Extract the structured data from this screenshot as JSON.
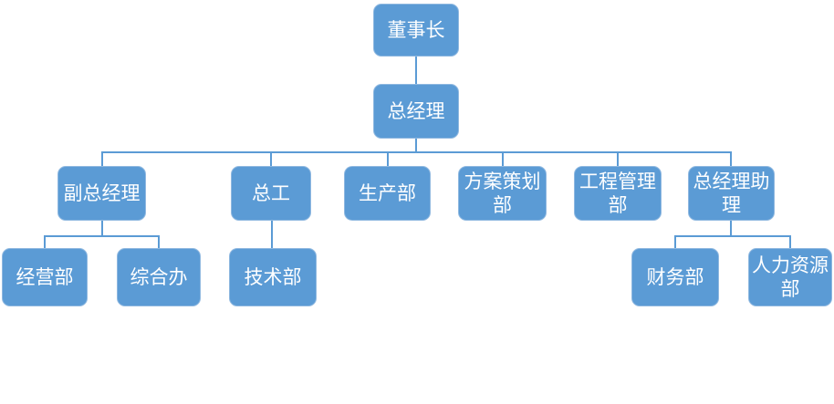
{
  "diagram": {
    "type": "org-chart",
    "background": "#FFFFFF",
    "colors": {
      "node_fill": "#5B9BD5",
      "node_border": "#8FB8E0",
      "node_text": "#FFFFFF",
      "connector": "#5B9BD5"
    },
    "nodes": {
      "chairman": "董事长",
      "general_manager": "总经理",
      "deputy_general_manager": "副总经理",
      "chief_engineer": "总工",
      "production_dept": "生产部",
      "planning_dept": "方案策划部",
      "engineering_management_dept": "工程管理部",
      "general_manager_assistant": "总经理助理",
      "operations_dept": "经营部",
      "general_affairs_office": "综合办",
      "technology_dept": "技术部",
      "finance_dept": "财务部",
      "human_resources_dept": "人力资源部"
    },
    "hierarchy": [
      {
        "parent": "董事长",
        "children": [
          "总经理"
        ]
      },
      {
        "parent": "总经理",
        "children": [
          "副总经理",
          "总工",
          "生产部",
          "方案策划部",
          "工程管理部",
          "总经理助理"
        ]
      },
      {
        "parent": "副总经理",
        "children": [
          "经营部",
          "综合办"
        ]
      },
      {
        "parent": "总工",
        "children": [
          "技术部"
        ]
      },
      {
        "parent": "总经理助理",
        "children": [
          "财务部",
          "人力资源部"
        ]
      }
    ]
  }
}
